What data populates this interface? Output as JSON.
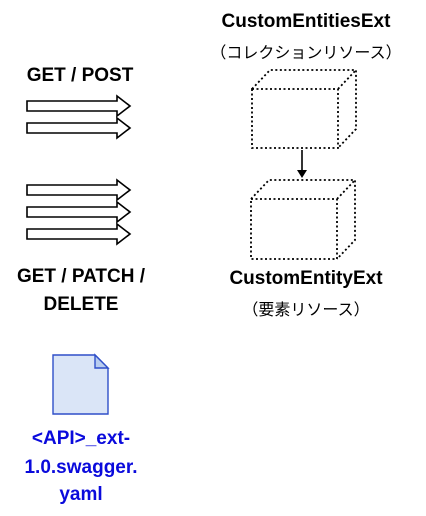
{
  "left": {
    "get_post_label": "GET / POST",
    "get_patch_delete_line1": "GET / PATCH /",
    "get_patch_delete_line2": "DELETE"
  },
  "right": {
    "collection": {
      "title": "CustomEntitiesExt",
      "subtitle": "（コレクションリソース）"
    },
    "element": {
      "title": "CustomEntityExt",
      "subtitle": "（要素リソース）"
    }
  },
  "file": {
    "icon": "document-icon",
    "name_line1": "<API>_ext-",
    "name_line2": "1.0.swagger.",
    "name_line3": "yaml"
  },
  "colors": {
    "file_text": "#0a0adc",
    "file_icon_fill": "#dae5f7",
    "file_icon_stroke": "#2f4fc9"
  }
}
